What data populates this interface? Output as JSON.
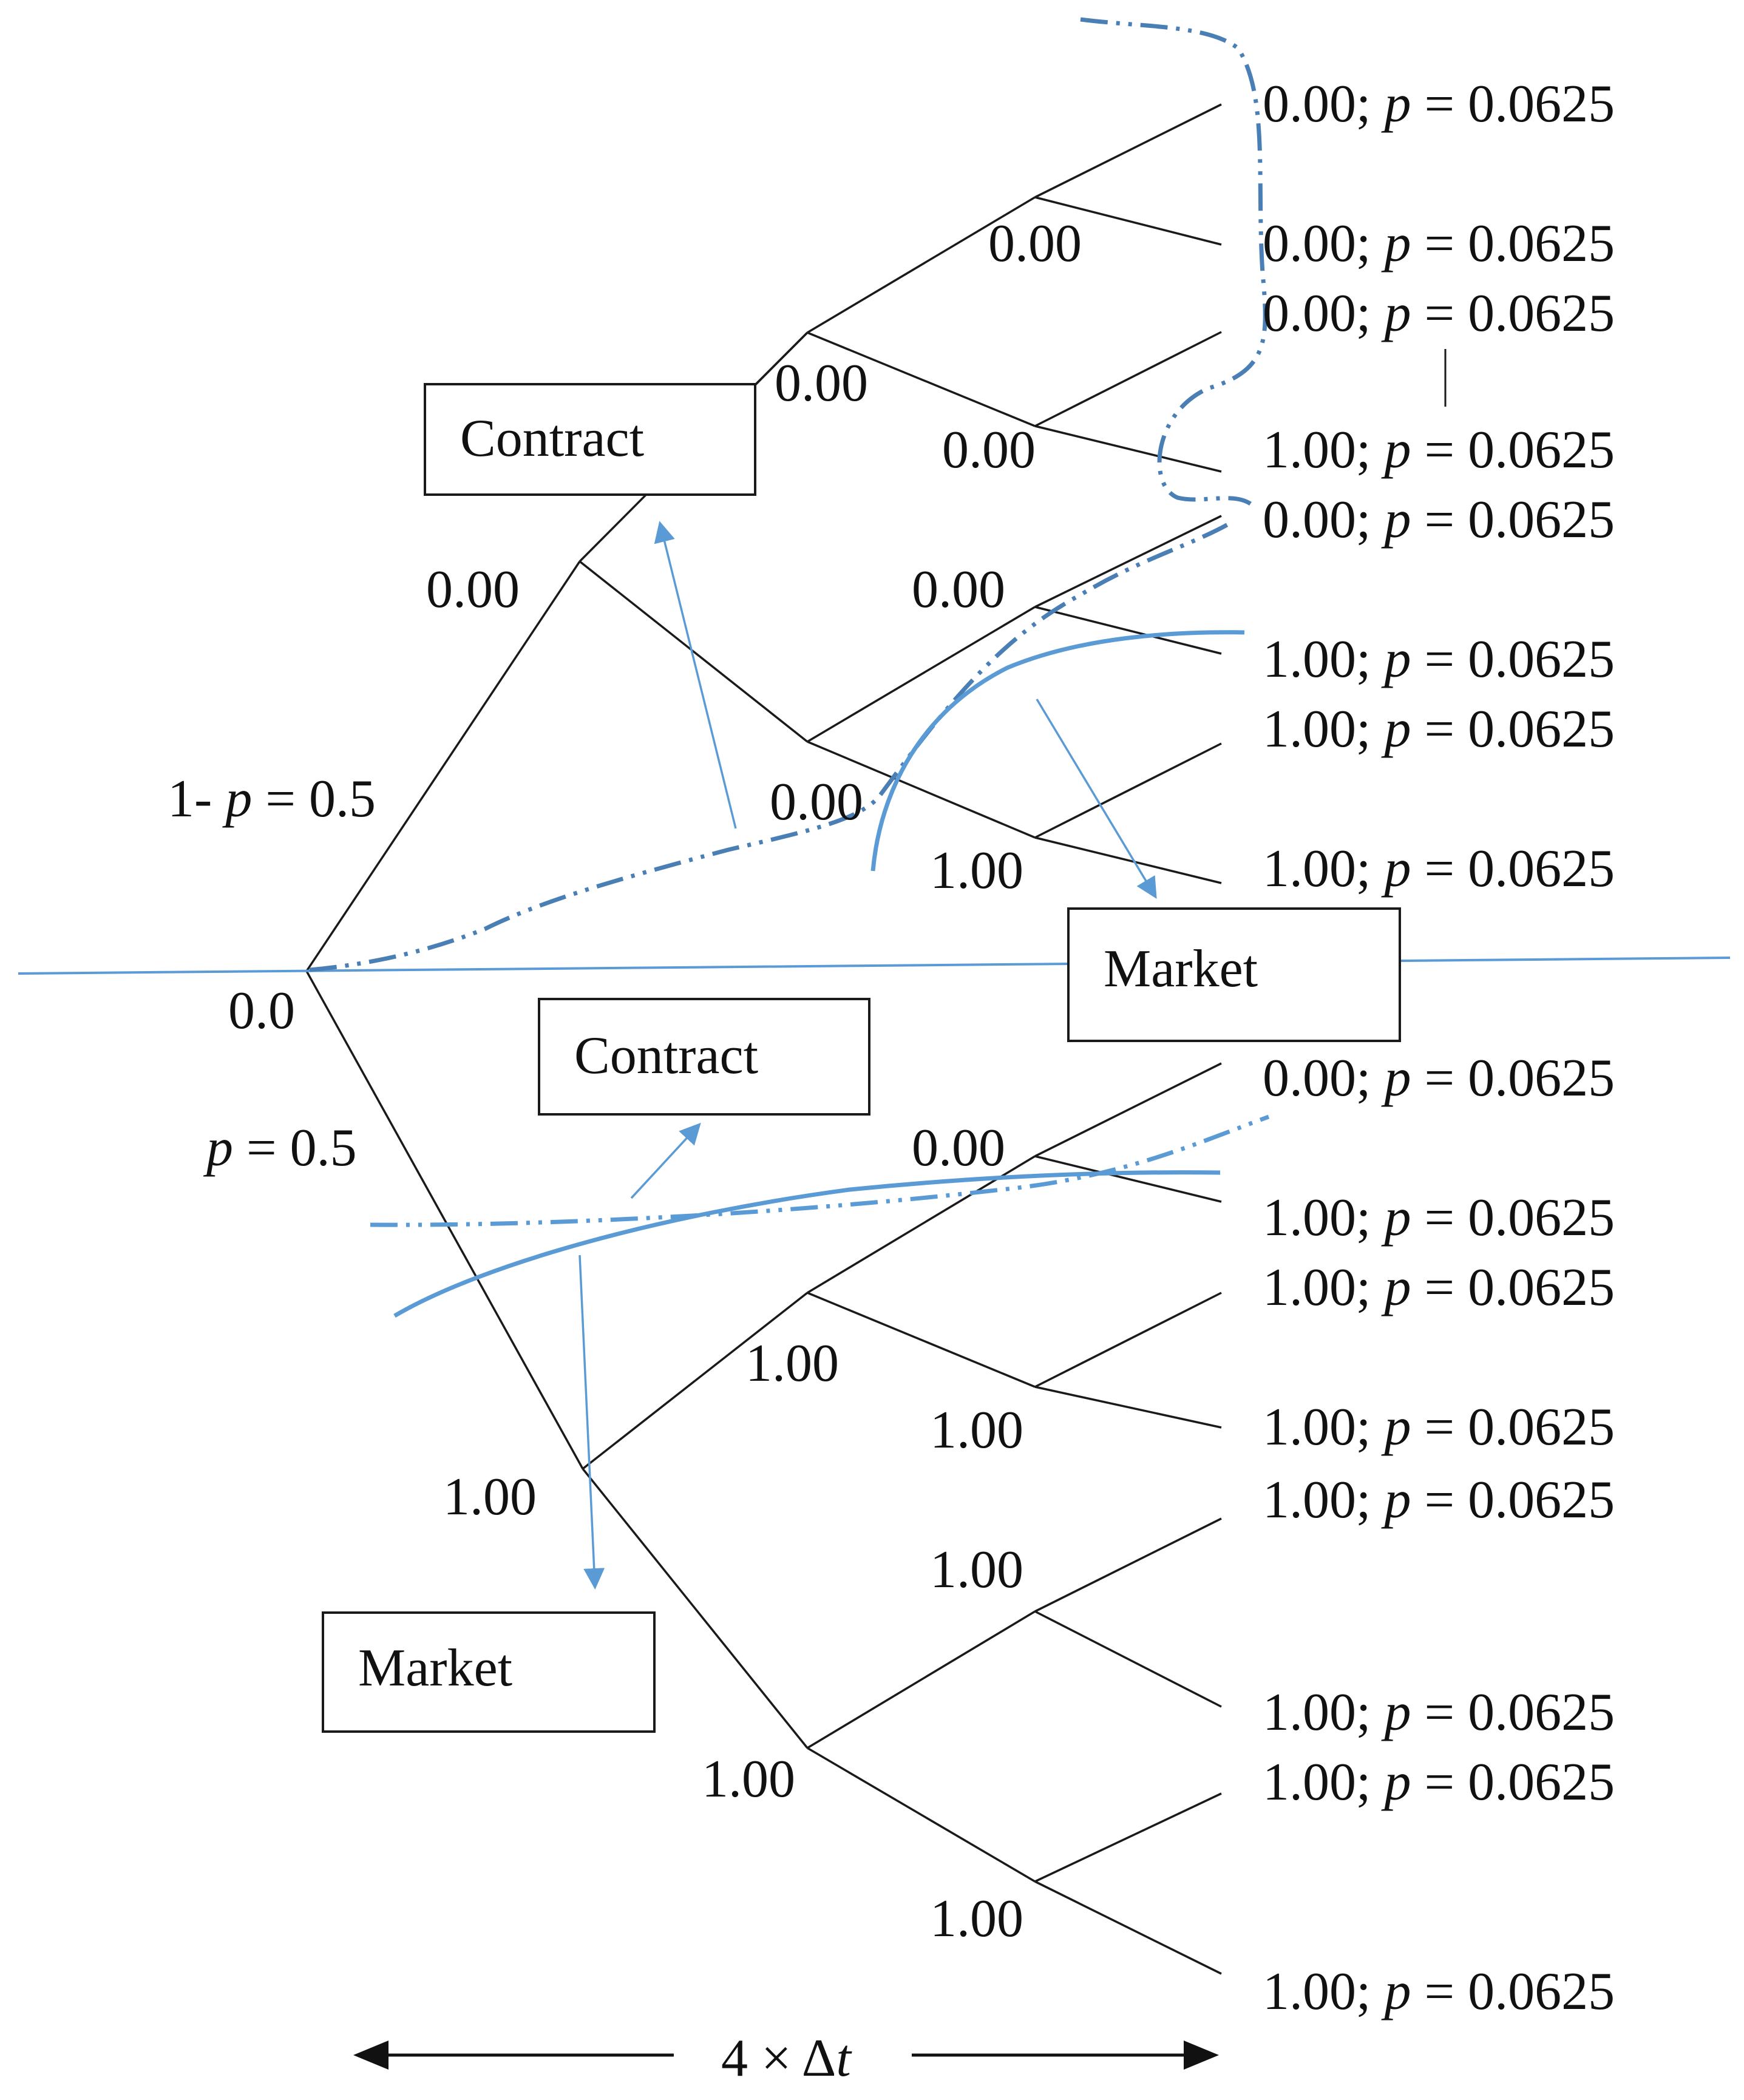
{
  "colors": {
    "tree": "#1a1a1a",
    "accent": "#5b9bd5",
    "accent_dark": "#4a7fb5",
    "text": "#111111"
  },
  "root_value": "0.0",
  "branch_probabilities": {
    "up": {
      "prefix": "1- ",
      "var": "p",
      "rest": " = 0.5"
    },
    "down": {
      "prefix": "",
      "var": "p",
      "rest": " = 0.5"
    }
  },
  "node_values": {
    "level1": [
      "0.00",
      "1.00"
    ],
    "level2": [
      "0.00",
      "0.00",
      "1.00",
      "1.00"
    ],
    "level3": [
      "0.00",
      "0.00",
      "0.00",
      "1.00",
      "0.00",
      "1.00",
      "1.00",
      "1.00"
    ]
  },
  "leaves": [
    {
      "value": "0.00",
      "prob": "0.0625"
    },
    {
      "value": "0.00",
      "prob": "0.0625"
    },
    {
      "value": "0.00",
      "prob": "0.0625"
    },
    {
      "value": "1.00",
      "prob": "0.0625"
    },
    {
      "value": "0.00",
      "prob": "0.0625"
    },
    {
      "value": "1.00",
      "prob": "0.0625"
    },
    {
      "value": "1.00",
      "prob": "0.0625"
    },
    {
      "value": "1.00",
      "prob": "0.0625"
    },
    {
      "value": "0.00",
      "prob": "0.0625"
    },
    {
      "value": "1.00",
      "prob": "0.0625"
    },
    {
      "value": "1.00",
      "prob": "0.0625"
    },
    {
      "value": "1.00",
      "prob": "0.0625"
    },
    {
      "value": "1.00",
      "prob": "0.0625"
    },
    {
      "value": "1.00",
      "prob": "0.0625"
    },
    {
      "value": "1.00",
      "prob": "0.0625"
    },
    {
      "value": "1.00",
      "prob": "0.0625"
    }
  ],
  "leaf_prob_var": "p",
  "boxes": {
    "contract_top": "Contract",
    "contract_bottom": "Contract",
    "market_right": "Market",
    "market_left": "Market"
  },
  "time_axis": {
    "count": "4",
    "times": " × ",
    "delta": "Δ",
    "var": "t"
  }
}
